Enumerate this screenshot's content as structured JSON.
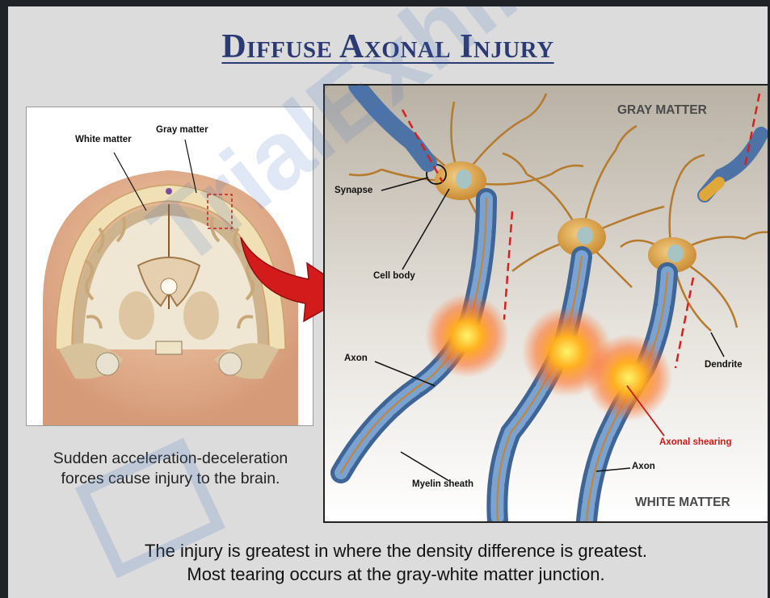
{
  "title": "Diffuse Axonal Injury",
  "brain_panel": {
    "label_white_matter": "White matter",
    "label_gray_matter": "Gray matter"
  },
  "neuron_panel": {
    "region_gray": "GRAY MATTER",
    "region_white": "WHITE MATTER",
    "label_synapse": "Synapse",
    "label_cell_body": "Cell body",
    "label_axon_top": "Axon",
    "label_dendrite": "Dendrite",
    "label_axonal_shearing": "Axonal shearing",
    "label_axon_bottom": "Axon",
    "label_myelin_sheath": "Myelin sheath"
  },
  "caption_left_line1": "Sudden acceleration-deceleration",
  "caption_left_line2": "forces cause injury to the brain.",
  "caption_bottom_line1": "The injury is greatest in where the density difference is greatest.",
  "caption_bottom_line2": "Most tearing occurs at the gray-white matter junction.",
  "watermark": "TrialExhibits Inc.",
  "colors": {
    "title": "#2b3a72",
    "axonal_shearing": "#d01818",
    "myelin": "#5e86b8",
    "neuron": "#d9a24a"
  }
}
